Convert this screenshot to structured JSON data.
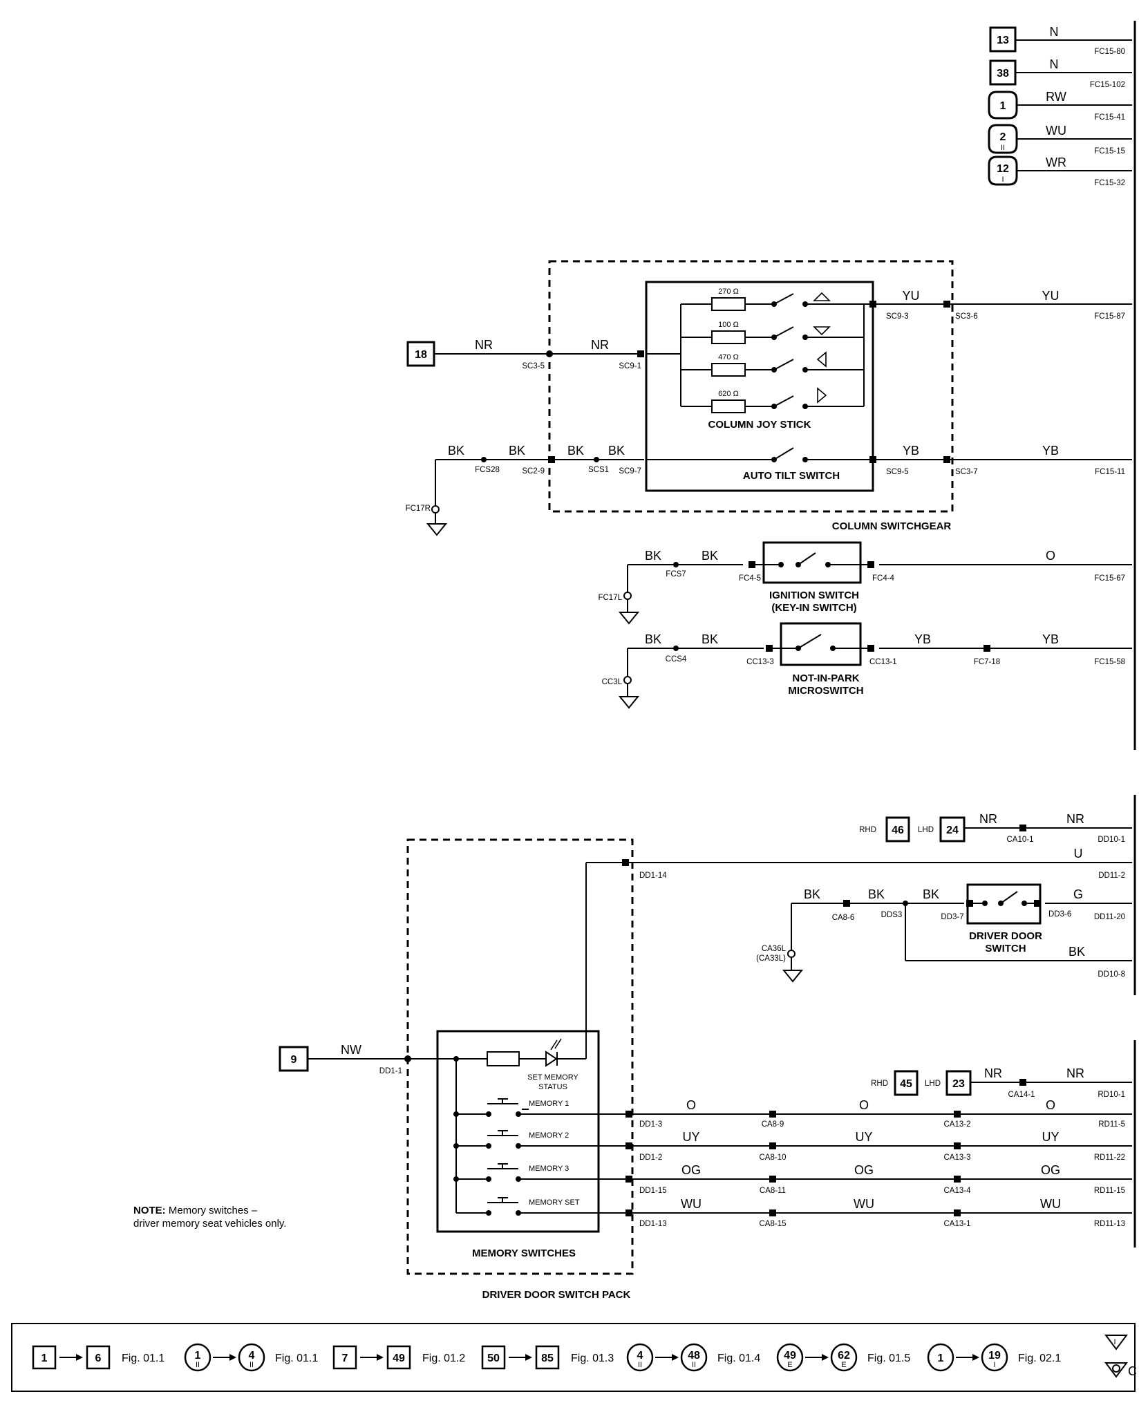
{
  "top_refs": [
    {
      "num": "13",
      "wire": "N",
      "pin": "FC15-80"
    },
    {
      "num": "38",
      "wire": "N",
      "pin": "FC15-102"
    },
    {
      "num": "1",
      "wire": "RW",
      "pin": "FC15-41"
    },
    {
      "num": "2",
      "sub": "II",
      "wire": "WU",
      "pin": "FC15-15"
    },
    {
      "num": "12",
      "sub": "I",
      "wire": "WR",
      "pin": "FC15-32"
    }
  ],
  "column": {
    "ref18": "18",
    "wires": {
      "nr1": "NR",
      "nr2": "NR",
      "yu1": "YU",
      "yu2": "YU",
      "bk1": "BK",
      "bk2": "BK",
      "bk3": "BK",
      "bk4": "BK",
      "yb1": "YB",
      "yb2": "YB"
    },
    "pins": {
      "sc35": "SC3-5",
      "sc91": "SC9-1",
      "sc93": "SC9-3",
      "sc36": "SC3-6",
      "fc1587": "FC15-87",
      "fcs28": "FCS28",
      "sc29": "SC2-9",
      "scs1": "SCS1",
      "sc97": "SC9-7",
      "sc95": "SC9-5",
      "sc37": "SC3-7",
      "fc1511": "FC15-11",
      "fc17r": "FC17R"
    },
    "resistors": [
      "270 Ω",
      "100 Ω",
      "470 Ω",
      "620 Ω"
    ],
    "joystick_label": "COLUMN JOY STICK",
    "autotilt_label": "AUTO TILT SWITCH",
    "gear_label": "COLUMN SWITCHGEAR"
  },
  "ignition": {
    "wires": {
      "bk1": "BK",
      "bk2": "BK",
      "o": "O"
    },
    "pins": {
      "fcs7": "FCS7",
      "fc45": "FC4-5",
      "fc44": "FC4-4",
      "fc1567": "FC15-67",
      "fc17l": "FC17L"
    },
    "label1": "IGNITION SWITCH",
    "label2": "(KEY-IN SWITCH)"
  },
  "nip": {
    "wires": {
      "bk1": "BK",
      "bk2": "BK",
      "yb1": "YB",
      "yb2": "YB"
    },
    "pins": {
      "ccs4": "CCS4",
      "cc133": "CC13-3",
      "cc131": "CC13-1",
      "fc718": "FC7-18",
      "fc1558": "FC15-58",
      "cc3l": "CC3L"
    },
    "label1": "NOT-IN-PARK",
    "label2": "MICROSWITCH"
  },
  "door": {
    "rhd": "RHD",
    "lhd": "LHD",
    "ref46": "46",
    "ref24": "24",
    "wires": {
      "nr1": "NR",
      "nr2": "NR",
      "u": "U",
      "bk1": "BK",
      "bk2": "BK",
      "bk3": "BK",
      "g": "G",
      "bk4": "BK"
    },
    "pins": {
      "ca101": "CA10-1",
      "dd101": "DD10-1",
      "dd114": "DD1-14",
      "dd112": "DD11-2",
      "ca86": "CA8-6",
      "dds3": "DDS3",
      "dd37": "DD3-7",
      "dd36": "DD3-6",
      "dd1120": "DD11-20",
      "ca36l": "CA36L",
      "ca33l": "(CA33L)",
      "dd108": "DD10-8"
    },
    "label1": "DRIVER DOOR",
    "label2": "SWITCH"
  },
  "memory": {
    "ref9": "9",
    "nw": "NW",
    "dd11": "DD1-1",
    "set_status1": "SET MEMORY",
    "set_status2": "STATUS",
    "switches": [
      "MEMORY 1",
      "MEMORY 2",
      "MEMORY 3",
      "MEMORY SET"
    ],
    "rhd": "RHD",
    "lhd": "LHD",
    "ref45": "45",
    "ref23": "23",
    "nr1": "NR",
    "nr2": "NR",
    "ca141": "CA14-1",
    "rd101": "RD10-1",
    "rows": [
      {
        "w1": "O",
        "w2": "O",
        "w3": "O",
        "p1": "DD1-3",
        "p2": "CA8-9",
        "p3": "CA13-2",
        "p4": "RD11-5"
      },
      {
        "w1": "UY",
        "w2": "UY",
        "w3": "UY",
        "p1": "DD1-2",
        "p2": "CA8-10",
        "p3": "CA13-3",
        "p4": "RD11-22"
      },
      {
        "w1": "OG",
        "w2": "OG",
        "w3": "OG",
        "p1": "DD1-15",
        "p2": "CA8-11",
        "p3": "CA13-4",
        "p4": "RD11-15"
      },
      {
        "w1": "WU",
        "w2": "WU",
        "w3": "WU",
        "p1": "DD1-13",
        "p2": "CA8-15",
        "p3": "CA13-1",
        "p4": "RD11-13"
      }
    ],
    "switches_label": "MEMORY SWITCHES",
    "pack_label": "DRIVER DOOR SWITCH PACK",
    "note_bold": "NOTE:",
    "note_line1": " Memory switches –",
    "note_line2": "driver memory seat vehicles only."
  },
  "legend": [
    {
      "a": "1",
      "b": "6",
      "shape": "square",
      "fig": "Fig. 01.1"
    },
    {
      "a": "1",
      "as": "II",
      "b": "4",
      "bs": "II",
      "shape": "circle",
      "fig": "Fig. 01.1"
    },
    {
      "a": "7",
      "b": "49",
      "shape": "square",
      "fig": "Fig. 01.2"
    },
    {
      "a": "50",
      "b": "85",
      "shape": "square",
      "fig": "Fig. 01.3"
    },
    {
      "a": "4",
      "as": "II",
      "b": "48",
      "bs": "II",
      "shape": "circle",
      "fig": "Fig. 01.4"
    },
    {
      "a": "49",
      "as": "E",
      "b": "62",
      "bs": "E",
      "shape": "circle",
      "fig": "Fig. 01.5"
    },
    {
      "a": "1",
      "b": "19",
      "bs": "I",
      "shape": "circle",
      "fig": "Fig. 02.1"
    }
  ],
  "legend_tail": [
    "I",
    "C"
  ]
}
